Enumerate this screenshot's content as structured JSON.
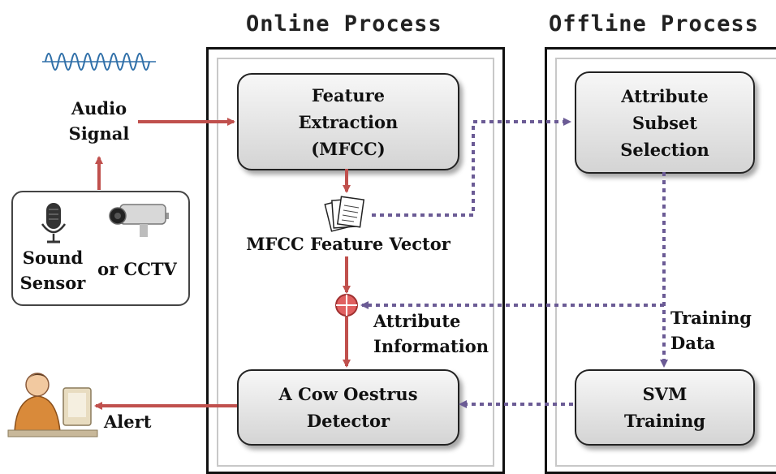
{
  "sections": {
    "online_title": "Online Process",
    "offline_title": "Offline Process"
  },
  "nodes": {
    "feature_extraction": "Feature\nExtraction\n(MFCC)",
    "attribute_subset": "Attribute\nSubset\nSelection",
    "detector": "A Cow Oestrus\nDetector",
    "svm_training": "SVM\nTraining"
  },
  "labels": {
    "audio_signal": "Audio\nSignal",
    "sound_sensor": "Sound\nSensor",
    "cctv": "or CCTV",
    "mfcc_vector": "MFCC Feature Vector",
    "attribute_info": "Attribute\nInformation",
    "training_data": "Training\nData",
    "alert": "Alert"
  },
  "icons": [
    "audio-waveform-icon",
    "microphone-icon",
    "cctv-camera-icon",
    "documents-icon",
    "combine-circle-icon",
    "operator-person-icon"
  ],
  "colors": {
    "solid_arrow": "#c0504d",
    "dotted_arrow": "#6b5b95",
    "waveform": "#2f6fa8"
  }
}
